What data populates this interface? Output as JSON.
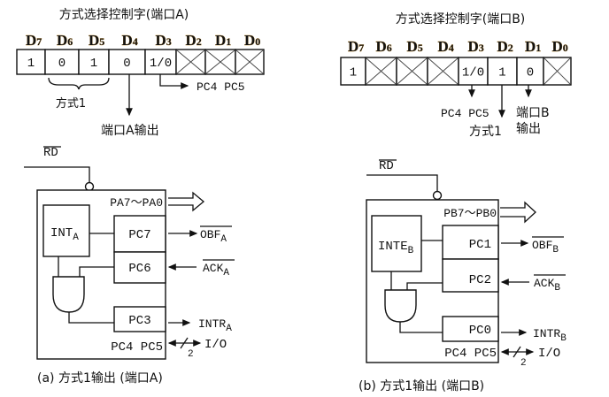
{
  "panel_a": {
    "title": "方式选择控制字(端口A)",
    "bits": [
      {
        "name": "D",
        "idx": "7",
        "value": "1"
      },
      {
        "name": "D",
        "idx": "6",
        "value": "0"
      },
      {
        "name": "D",
        "idx": "5",
        "value": "1"
      },
      {
        "name": "D",
        "idx": "4",
        "value": "0"
      },
      {
        "name": "D",
        "idx": "3",
        "value": "1/0"
      },
      {
        "name": "D",
        "idx": "2",
        "value": "X"
      },
      {
        "name": "D",
        "idx": "1",
        "value": "X"
      },
      {
        "name": "D",
        "idx": "0",
        "value": "X"
      }
    ],
    "brace_label": "方式1",
    "d4_label": "端口A输出",
    "d3_label": "PC4 PC5",
    "rd_label": "RD",
    "bus_label": "PA7～PA0",
    "inte_label": "INT",
    "inte_sub": "A",
    "pc_top": "PC7",
    "pc_mid": "PC6",
    "pc_bot": "PC3",
    "pc45": "PC4  PC5",
    "obf": "OBF",
    "obf_sub": "A",
    "ack": "ACK",
    "ack_sub": "A",
    "intr": "INTR",
    "intr_sub": "A",
    "io": "I/O",
    "slash_count": "2",
    "caption": "(a) 方式1输出 (端口A)"
  },
  "panel_b": {
    "title": "方式选择控制字(端口B)",
    "bits": [
      {
        "name": "D",
        "idx": "7",
        "value": "1"
      },
      {
        "name": "D",
        "idx": "6",
        "value": "X"
      },
      {
        "name": "D",
        "idx": "5",
        "value": "X"
      },
      {
        "name": "D",
        "idx": "4",
        "value": "X"
      },
      {
        "name": "D",
        "idx": "3",
        "value": "1/0"
      },
      {
        "name": "D",
        "idx": "2",
        "value": "1"
      },
      {
        "name": "D",
        "idx": "1",
        "value": "0"
      },
      {
        "name": "D",
        "idx": "0",
        "value": "X"
      }
    ],
    "d3_label": "PC4 PC5",
    "d2_label": "方式1",
    "d1_label_1": "端口B",
    "d1_label_2": "输出",
    "rd_label": "RD",
    "bus_label": "PB7～PB0",
    "inte_label": "INTE",
    "inte_sub": "B",
    "pc_top": "PC1",
    "pc_mid": "PC2",
    "pc_bot": "PC0",
    "pc45": "PC4  PC5",
    "obf": "OBF",
    "obf_sub": "B",
    "ack": "ACK",
    "ack_sub": "B",
    "intr": "INTR",
    "intr_sub": "B",
    "io": "I/O",
    "slash_count": "2",
    "caption": "(b) 方式1输出 (端口B)"
  }
}
